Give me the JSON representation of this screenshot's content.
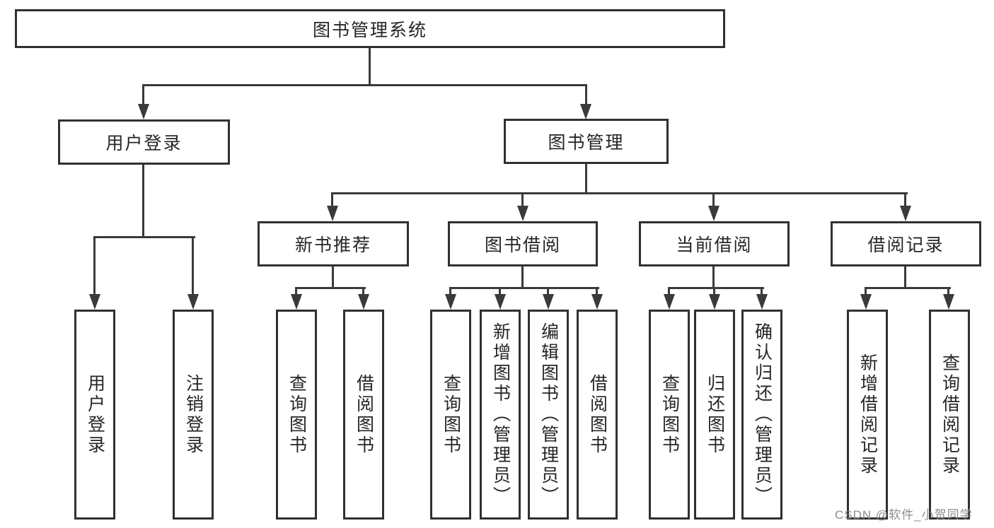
{
  "diagram": {
    "root_label": "图书管理系统",
    "level2": {
      "user_login": "用户登录",
      "book_management": "图书管理"
    },
    "level3": {
      "new_book_recommend": "新书推荐",
      "book_borrowing": "图书借阅",
      "current_borrowing": "当前借阅",
      "borrowing_records": "借阅记录"
    },
    "leaves": {
      "user_login_children": [
        "用户登录",
        "注销登录"
      ],
      "new_book_recommend_children": [
        "查询图书",
        "借阅图书"
      ],
      "book_borrowing_children": [
        "查询图书",
        "新增图书（管理员）",
        "编辑图书（管理员）",
        "借阅图书"
      ],
      "current_borrowing_children": [
        "查询图书",
        "归还图书",
        "确认归还（管理员）"
      ],
      "borrowing_records_children": [
        "新增借阅记录",
        "查询借阅记录"
      ]
    }
  },
  "watermark": {
    "text": "CSDN @软件_小贺同学"
  },
  "colors": {
    "line": "#3a3a3a",
    "box_border": "#303030",
    "text": "#262626",
    "background": "#ffffff",
    "watermark": "#8c8c92"
  }
}
